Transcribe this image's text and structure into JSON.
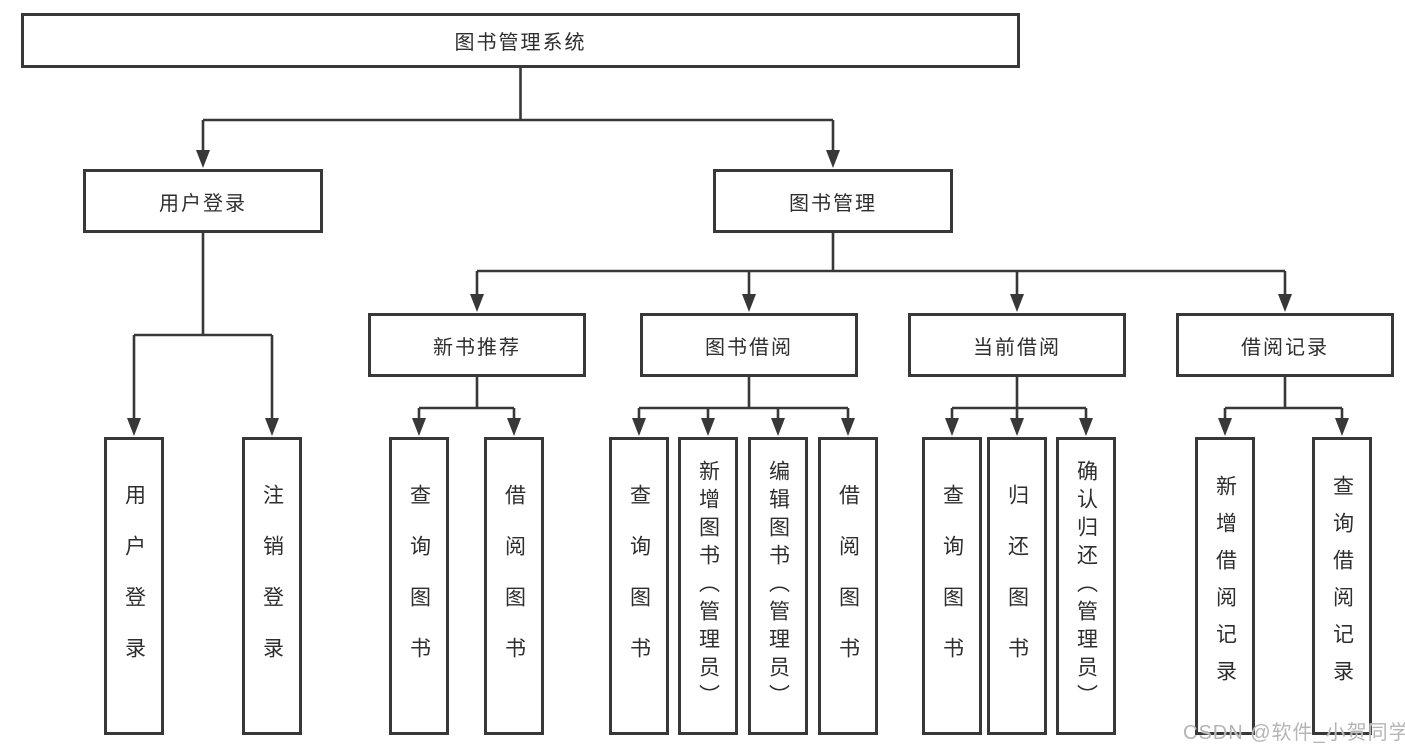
{
  "diagram": {
    "type": "hierarchy-tree",
    "root": {
      "label": "图书管理系统"
    },
    "user_login": {
      "label": "用户登录",
      "children": [
        {
          "label": "用户登录"
        },
        {
          "label": "注销登录"
        }
      ]
    },
    "book_mgmt": {
      "label": "图书管理",
      "sections": [
        {
          "label": "新书推荐",
          "children": [
            {
              "label": "查询图书"
            },
            {
              "label": "借阅图书"
            }
          ]
        },
        {
          "label": "图书借阅",
          "children": [
            {
              "label": "查询图书"
            },
            {
              "label": "新增图书（管理员）"
            },
            {
              "label": "编辑图书（管理员）"
            },
            {
              "label": "借阅图书"
            }
          ]
        },
        {
          "label": "当前借阅",
          "children": [
            {
              "label": "查询图书"
            },
            {
              "label": "归还图书"
            },
            {
              "label": "确认归还（管理员）"
            }
          ]
        },
        {
          "label": "借阅记录",
          "children": [
            {
              "label": "新增借阅记录"
            },
            {
              "label": "查询借阅记录"
            }
          ]
        }
      ]
    }
  },
  "watermark": "CSDN @软件_小贺同学",
  "colors": {
    "line": "#383838",
    "box_border": "#383838",
    "box_fill": "#ffffff",
    "text": "#2e2e2e",
    "watermark": "#b5b5b5",
    "background": "#ffffff"
  }
}
